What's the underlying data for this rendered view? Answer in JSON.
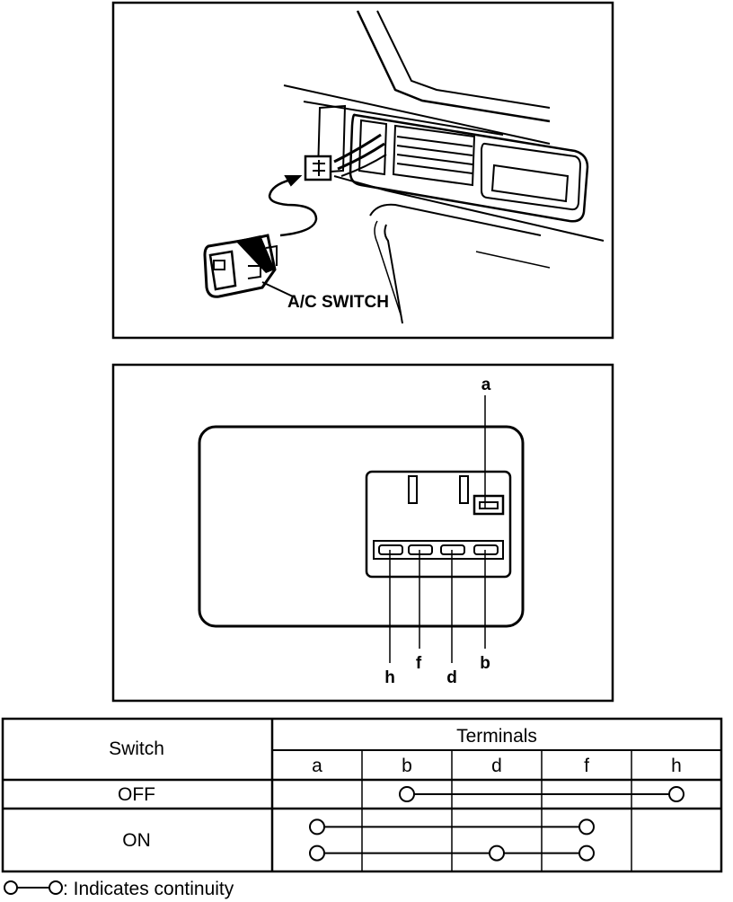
{
  "figure1": {
    "switch_label": "A/C SWITCH"
  },
  "figure2": {
    "terminal_labels": {
      "a": "a",
      "b": "b",
      "d": "d",
      "f": "f",
      "h": "h"
    }
  },
  "table": {
    "row_header": "Switch",
    "col_group_header": "Terminals",
    "columns": [
      "a",
      "b",
      "d",
      "f",
      "h"
    ],
    "rows": [
      {
        "label": "OFF",
        "continuity": [
          [
            "b",
            "h"
          ]
        ]
      },
      {
        "label": "ON",
        "continuity": [
          [
            "a",
            "f"
          ],
          [
            "a",
            "d",
            "f"
          ]
        ]
      }
    ]
  },
  "legend": {
    "text": ": Indicates continuity"
  }
}
